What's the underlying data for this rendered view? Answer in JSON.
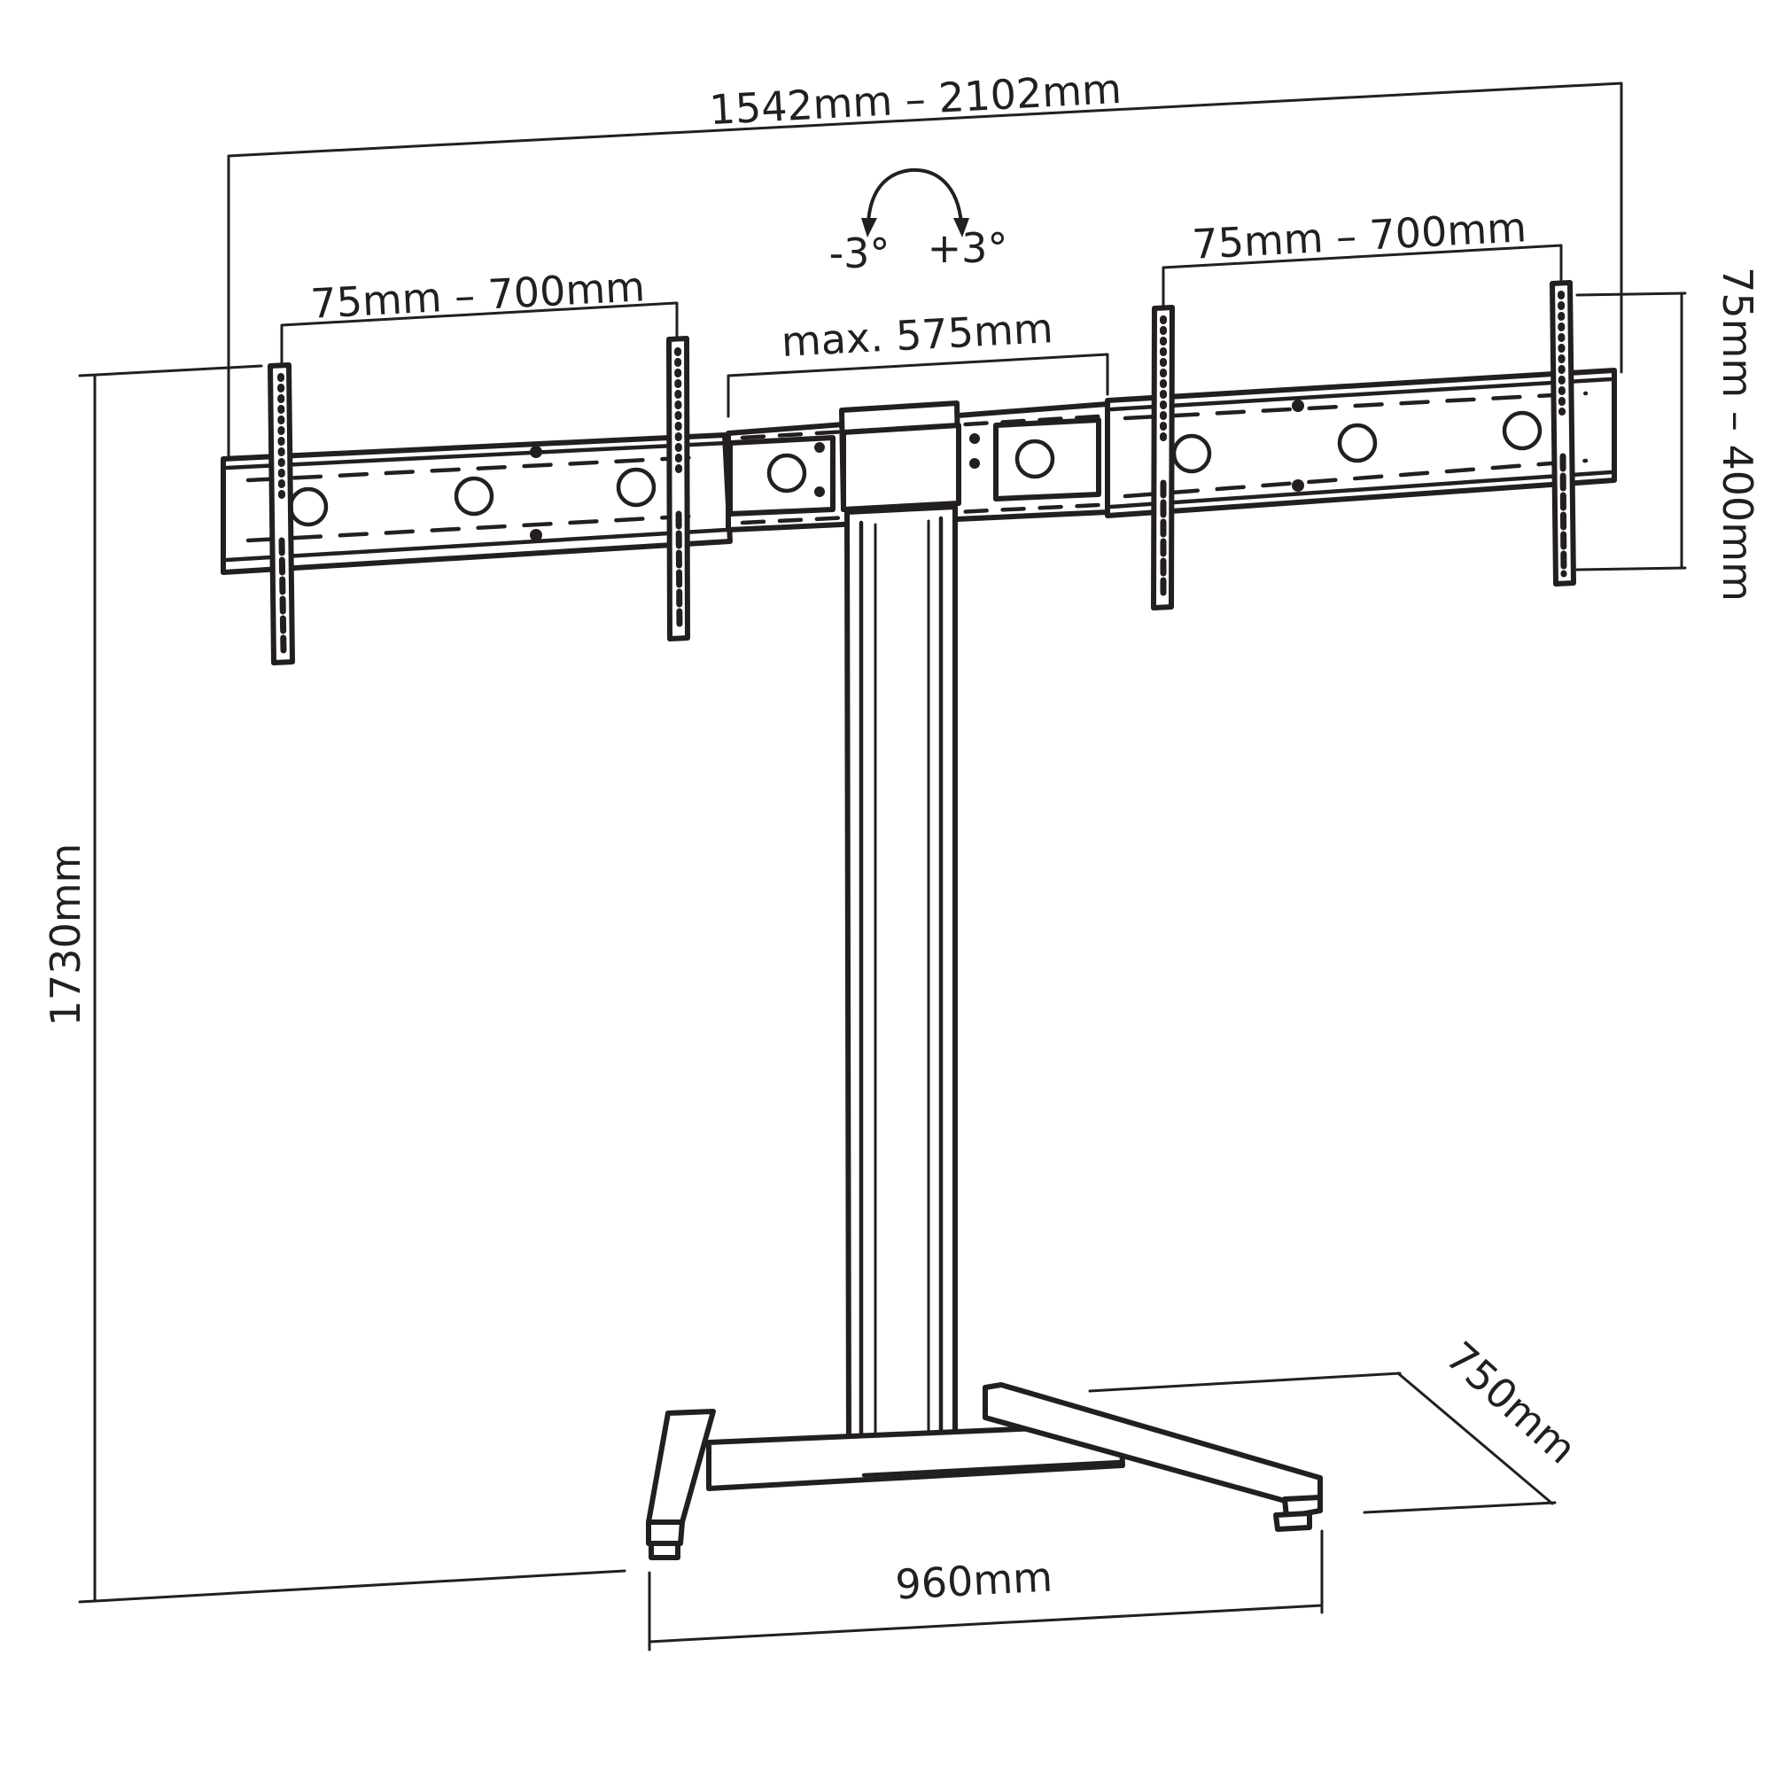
{
  "labels": {
    "overall_width": "1542mm – 2102mm",
    "vesa_horizontal_left": "75mm – 700mm",
    "vesa_horizontal_right": "75mm – 700mm",
    "max_gap": "max. 575mm",
    "tilt_minus": "-3°",
    "tilt_plus": "+3°",
    "vesa_vertical": "75mm – 400mm",
    "height": "1730mm",
    "base_width": "960mm",
    "base_depth": "750mm"
  },
  "icons": {
    "tilt": "curved-double-arrow"
  }
}
